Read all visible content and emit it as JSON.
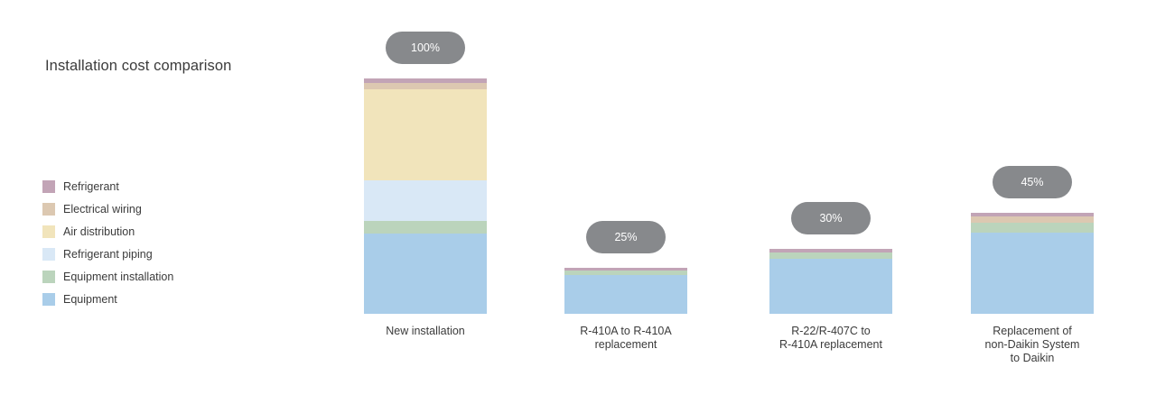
{
  "chart_data": {
    "type": "bar",
    "variant": "stacked",
    "title": "Installation cost comparison",
    "unit": "percent of new installation cost",
    "grid": false,
    "axes_shown": false,
    "legend_position": "left",
    "text_color": "#3b3b3b",
    "badge_color": "#87898c",
    "legend": [
      {
        "label": "Refrigerant",
        "color": "#c2a4b6"
      },
      {
        "label": "Electrical wiring",
        "color": "#dcc8b1"
      },
      {
        "label": "Air distribution",
        "color": "#f1e4bb"
      },
      {
        "label": "Refrigerant piping",
        "color": "#d9e8f6"
      },
      {
        "label": "Equipment installation",
        "color": "#bbd4bc"
      },
      {
        "label": "Equipment",
        "color": "#a9cde9"
      }
    ],
    "bars": [
      {
        "label": "New installation",
        "badge": "100%",
        "total_pct": 100,
        "segments": [
          {
            "series": "Refrigerant",
            "value": 2.0
          },
          {
            "series": "Electrical wiring",
            "value": 2.7
          },
          {
            "series": "Air distribution",
            "value": 38.7
          },
          {
            "series": "Refrigerant piping",
            "value": 17.2
          },
          {
            "series": "Equipment installation",
            "value": 5.4
          },
          {
            "series": "Equipment",
            "value": 34.0
          }
        ]
      },
      {
        "label": "R-410A to R-410A\nreplacement",
        "badge": "25%",
        "total_pct": 25,
        "segments": [
          {
            "series": "Refrigerant",
            "value": 1.1
          },
          {
            "series": "Equipment installation",
            "value": 1.9
          },
          {
            "series": "Equipment",
            "value": 16.5
          }
        ]
      },
      {
        "label": "R-22/R-407C to\nR-410A replacement",
        "badge": "30%",
        "total_pct": 30,
        "segments": [
          {
            "series": "Refrigerant",
            "value": 1.5
          },
          {
            "series": "Equipment installation",
            "value": 2.7
          },
          {
            "series": "Equipment",
            "value": 23.4
          }
        ]
      },
      {
        "label": "Replacement of\nnon-Daikin System\nto Daikin",
        "badge": "45%",
        "total_pct": 45,
        "segments": [
          {
            "series": "Refrigerant",
            "value": 1.5
          },
          {
            "series": "Electrical wiring",
            "value": 2.7
          },
          {
            "series": "Equipment installation",
            "value": 4.2
          },
          {
            "series": "Equipment",
            "value": 34.5
          }
        ]
      }
    ]
  }
}
